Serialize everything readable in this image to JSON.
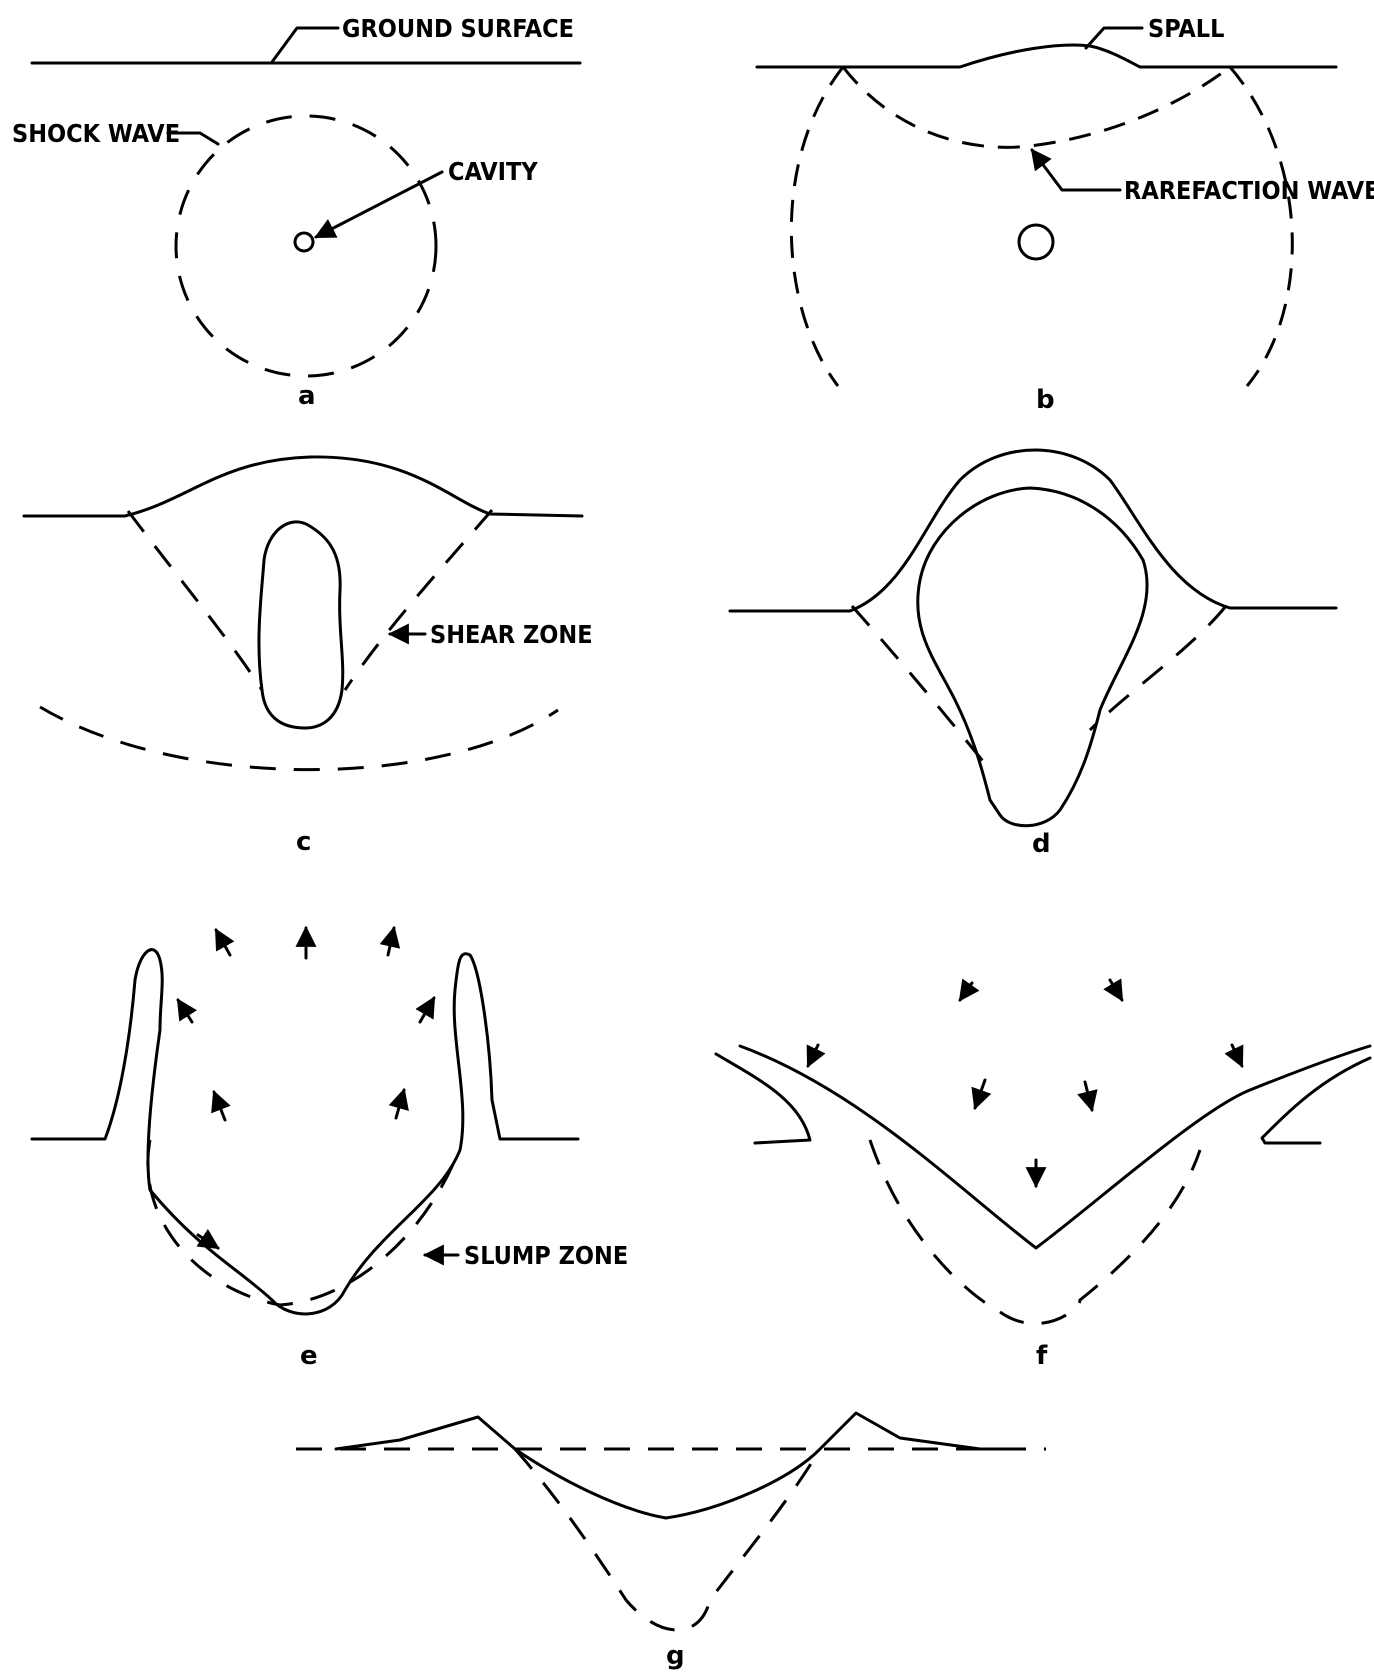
{
  "labels": {
    "ground_surface": "GROUND SURFACE",
    "shock_wave": "SHOCK WAVE",
    "cavity": "CAVITY",
    "spall": "SPALL",
    "rarefaction_wave": "RAREFACTION WAVE",
    "shear_zone": "SHEAR ZONE",
    "slump_zone": "SLUMP ZONE"
  },
  "panels": [
    "a",
    "b",
    "c",
    "d",
    "e",
    "f",
    "g"
  ],
  "colors": {
    "ink": "#000000",
    "paper": "#ffffff"
  }
}
